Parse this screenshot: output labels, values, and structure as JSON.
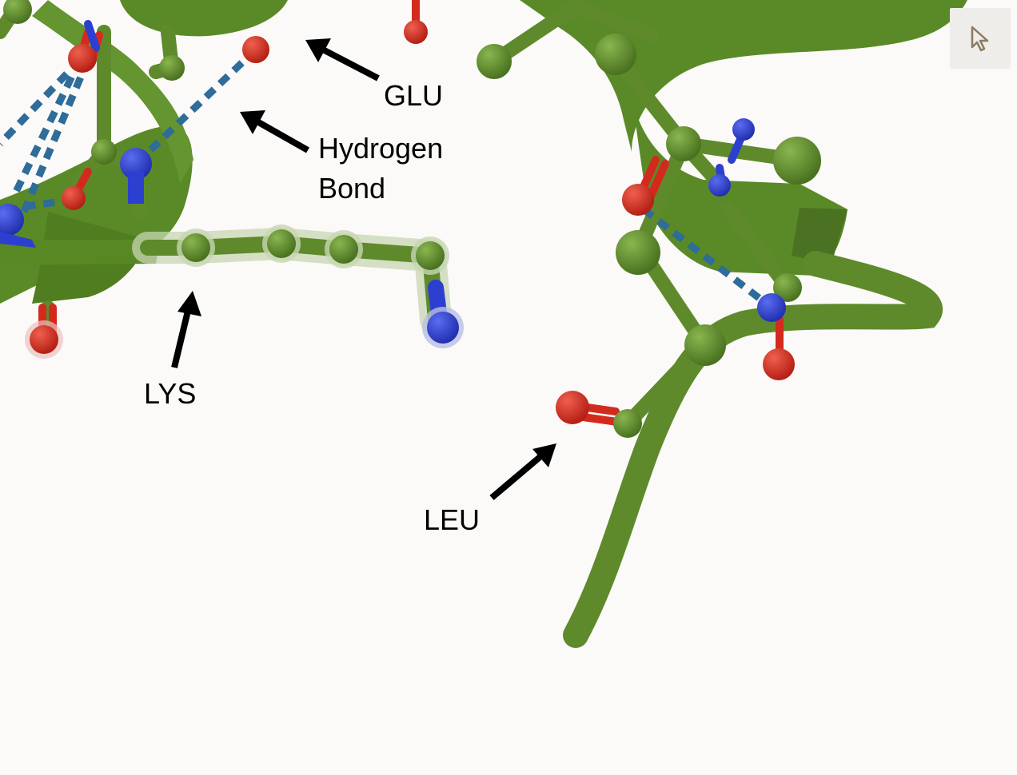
{
  "labels": {
    "glu": "GLU",
    "hbond_line1": "Hydrogen",
    "hbond_line2": "Bond",
    "lys": "LYS",
    "leu": "LEU"
  },
  "toolbar": {
    "icon": "cursor-arrow-icon"
  },
  "colors": {
    "background": "#fbfaf8",
    "carbon": "#5e8a2c",
    "carbon_dark": "#4b7222",
    "oxygen": "#d42a1e",
    "nitrogen": "#2c3fd0",
    "hbond": "#2e6c99",
    "arrow": "#000000",
    "tool_button": "#eeede9"
  }
}
